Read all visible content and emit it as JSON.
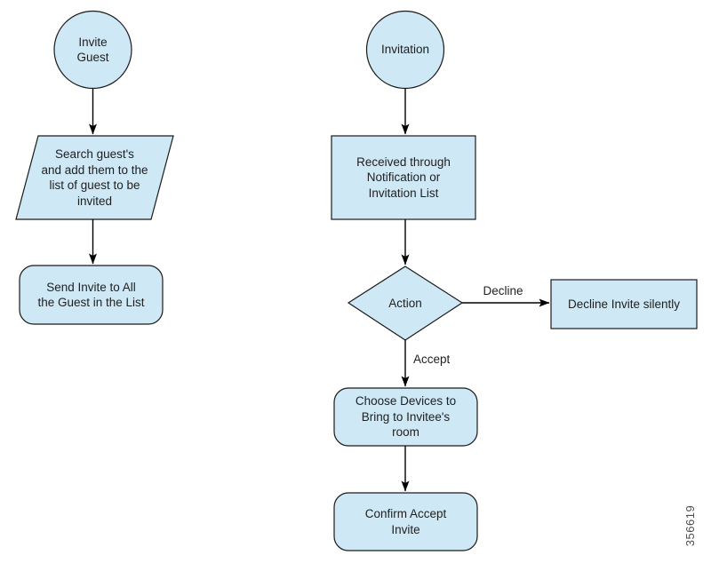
{
  "colors": {
    "shape_fill": "#cee8f5",
    "shape_stroke": "#1a1a1a",
    "arrow": "#000000",
    "text": "#1f1f1f",
    "figure_number_text": "#4d4d4d"
  },
  "left_flow": {
    "start_label": "Invite\nGuest",
    "search_step": "Search guest's\nand add them to the\nlist of guest to be\ninvited",
    "send_step": "Send Invite to All\nthe Guest in the List"
  },
  "right_flow": {
    "start_label": "Invitation",
    "received_step": "Received through\nNotification or\nInvitation List",
    "decision_label": "Action",
    "decline_branch_label": "Decline",
    "decline_step": "Decline Invite silently",
    "accept_branch_label": "Accept",
    "choose_step": "Choose Devices to\nBring to Invitee's\nroom",
    "confirm_step": "Confirm Accept\nInvite"
  },
  "figure_number": "356619"
}
